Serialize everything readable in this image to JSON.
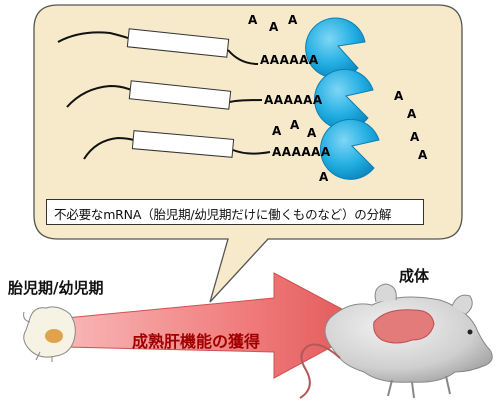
{
  "bubble": {
    "caption": "不必要なmRNA（胎児期/幼児期だけに働くものなど）の分解",
    "polya_label": "AAAAAA",
    "released_a_label": "A"
  },
  "labels": {
    "stage_left": "胎児期/幼児期",
    "stage_right": "成体",
    "arrow": "成熟肝機能の獲得"
  },
  "colors": {
    "bubble_fill": "#f7eacb",
    "pacman": "#1aa6dc",
    "arrow_fill": "#f06b6b",
    "mouse": "#c8c8c8",
    "liver": "#e47b7b"
  },
  "icons": [
    "degrading-enzyme-icon",
    "fetal-mouse-icon",
    "adult-mouse-icon",
    "liver-icon"
  ]
}
